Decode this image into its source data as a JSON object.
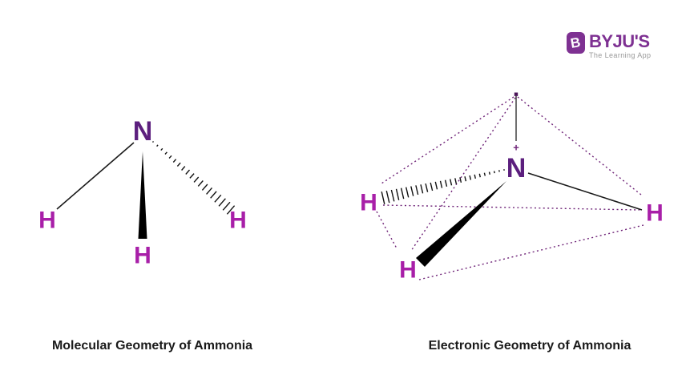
{
  "logo": {
    "badge_letter": "B",
    "brand": "BYJU'S",
    "tagline": "The Learning App"
  },
  "colors": {
    "brand_purple": "#7E3192",
    "tagline_gray": "#999999",
    "nitrogen_purple": "#5C1F7E",
    "hydrogen_magenta": "#A81FA8",
    "bond_black": "#1A1A1A",
    "dashed_edge_purple": "#6F2478",
    "caption_black": "#1A1A1A",
    "background": "#FFFFFF"
  },
  "left_diagram": {
    "nitrogen": "N",
    "hydrogen": "H",
    "caption": "Molecular Geometry of Ammonia",
    "bond_types": "plain line, hashed wedge, solid wedge"
  },
  "right_diagram": {
    "nitrogen": "N",
    "hydrogen": "H",
    "lone_pair_marker": "+",
    "caption": "Electronic Geometry of Ammonia",
    "shape": "tetrahedron with dashed edges and lone-pair apex"
  }
}
